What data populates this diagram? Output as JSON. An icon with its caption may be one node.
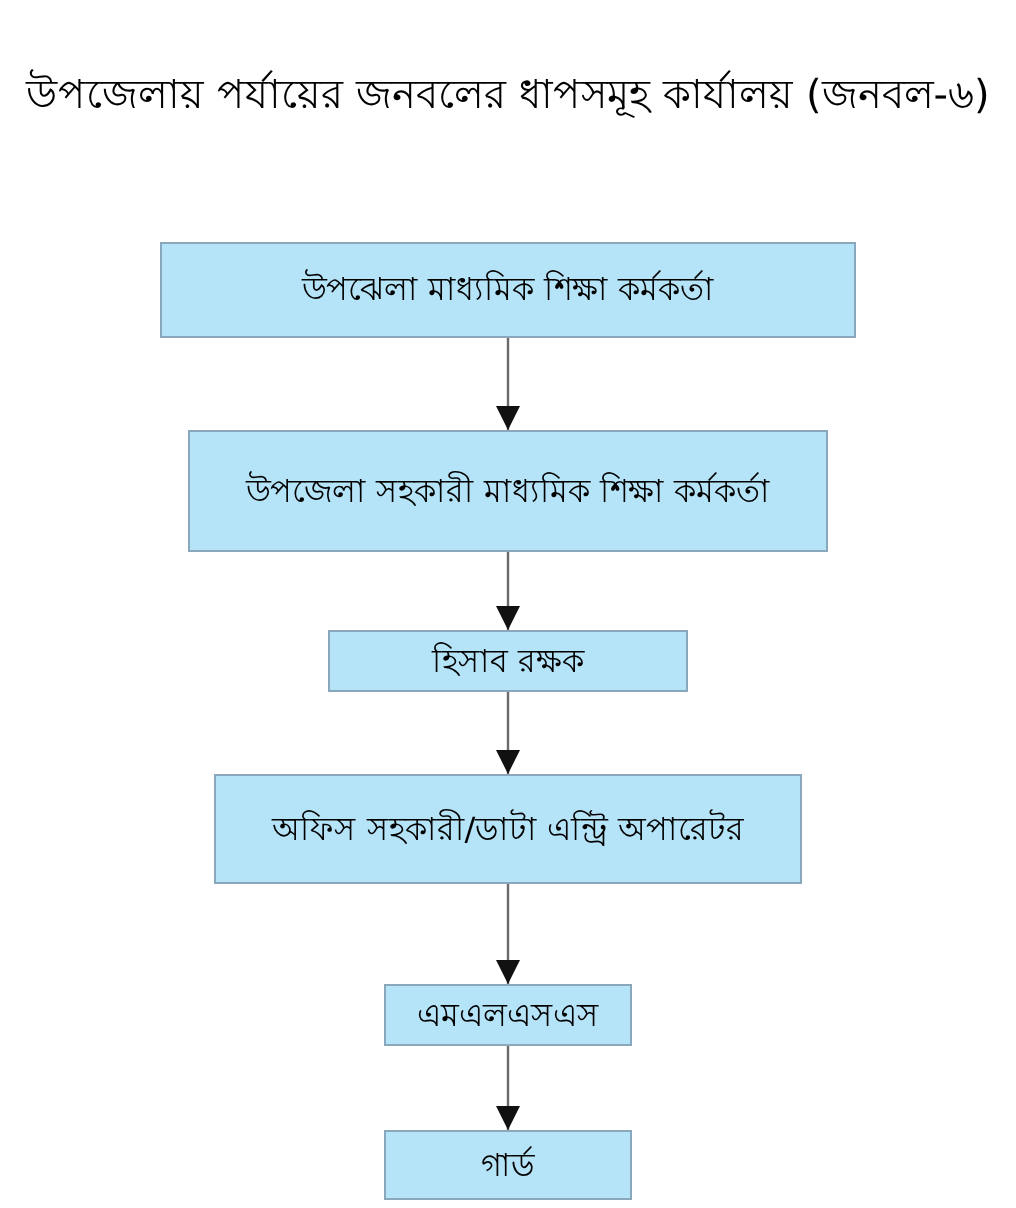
{
  "diagram": {
    "title": "উপজেলায় পর্যায়ের জনবলের ধাপসমূহ কার্যালয় (জনবল-৬)",
    "nodes": [
      {
        "text": [
          "উপঝেলা মাধ্যমিক শিক্ষা কর্মকর্তা"
        ]
      },
      {
        "text": [
          "উপজেলা সহকারী মাধ্যমিক শিক্ষা কর্মকর্তা"
        ]
      },
      {
        "text": [
          "হিসাব রক্ষক"
        ]
      },
      {
        "text": [
          "অফিস সহকারী/ডাটা এন্ট্রি অপারেটর"
        ]
      },
      {
        "text": [
          "এমএলএসএস"
        ]
      },
      {
        "text": [
          "গার্ড"
        ]
      }
    ],
    "edges": [
      {
        "from": 0,
        "to": 1,
        "arrow": "to"
      },
      {
        "from": 1,
        "to": 2,
        "arrow": "to"
      },
      {
        "from": 2,
        "to": 3,
        "arrow": "to"
      },
      {
        "from": 3,
        "to": 4,
        "arrow": "to"
      },
      {
        "from": 4,
        "to": 5,
        "arrow": "to"
      }
    ]
  }
}
